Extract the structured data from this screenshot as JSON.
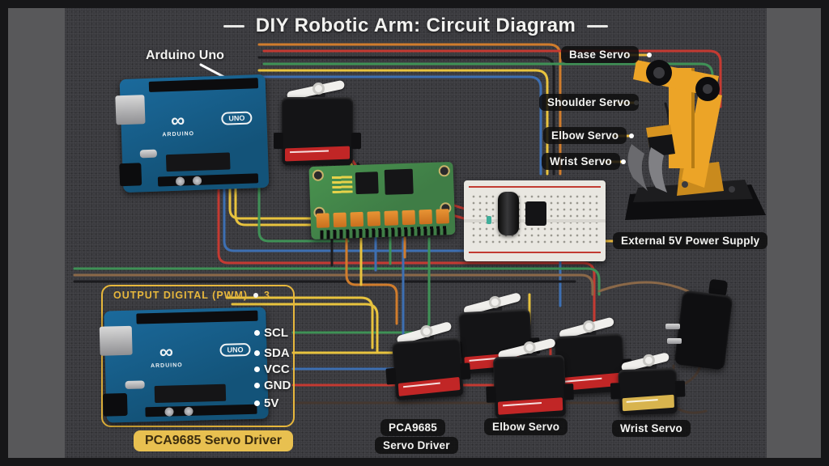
{
  "title": "DIY Robotic Arm: Circuit Diagram",
  "labels": {
    "arduino_uno": "Arduino Uno",
    "base_servo": "Base Servo",
    "shoulder_servo": "Shoulder Servo",
    "elbow_servo": "Elbow Servo",
    "wrist_servo": "Wrist Servo",
    "external_power": "External 5V Power Supply",
    "output_pwm": "OUTPUT  DIGITAL (PWM)",
    "output_pwm_pin": "3",
    "pca9685_badge": "PCA9685 Servo Driver",
    "driver_label_line1": "PCA9685",
    "driver_label_line2": "Servo Driver",
    "elbow_servo_bottom": "Elbow Servo",
    "wrist_servo_bottom": "Wrist Servo"
  },
  "pins": [
    {
      "name": "SCL",
      "wire": "green"
    },
    {
      "name": "SDA",
      "wire": "yellow"
    },
    {
      "name": "VCC",
      "wire": "blue"
    },
    {
      "name": "GND",
      "wire": "red"
    },
    {
      "name": "5V",
      "wire": "dark-brown"
    }
  ],
  "boards": {
    "logo_text": "ARDUINO",
    "uno_text": "UNO",
    "logo_glyph": "∞"
  },
  "colors": {
    "accent": "#e7b73c",
    "canvas_bg": "#3a3a3e",
    "band_gray": "#58585a",
    "frame_black": "#161618",
    "wire_red": "#c43a32",
    "wire_green": "#3f9156",
    "wire_yellow": "#e8c33e",
    "wire_blue": "#3d6fb2",
    "wire_orange": "#d07c2c",
    "wire_black": "#1b1b1e",
    "wire_brown": "#8a6848",
    "wire_dark": "#453830",
    "board_blue": "#1b6a9c",
    "board_green": "#3f7d46",
    "breadboard": "#e9e7e1",
    "servo_black": "#141416",
    "servo_red": "#c12626",
    "servo_tan": "#d8b44e",
    "arm_yellow": "#eca427",
    "badge_bg": "#e8c050",
    "badge_text": "#3c2d0e",
    "chip_text": "#f3f3f1"
  }
}
